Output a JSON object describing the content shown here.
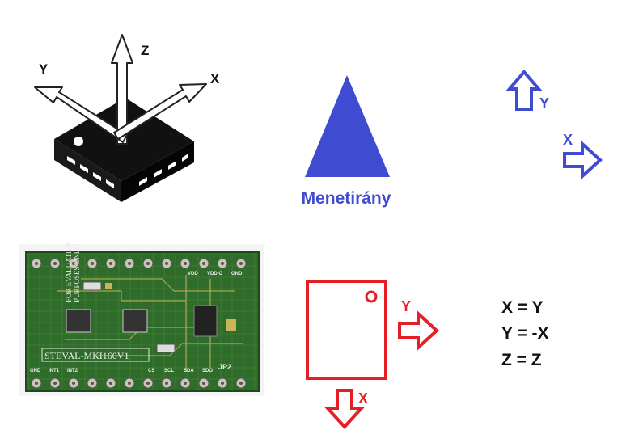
{
  "chip_diagram": {
    "axis_y": "Y",
    "axis_z": "Z",
    "axis_x": "X"
  },
  "direction": {
    "label": "Menetirány"
  },
  "board_axes": {
    "y_label": "Y",
    "x_label": "X"
  },
  "pcb": {
    "board_name": "STEVAL-MKI160V1",
    "side_text_1": "FOR EVALUATION",
    "side_text_2": "PURPOSES ONLY",
    "jumper_label": "JP2",
    "pin_labels": [
      "GND",
      "INT1",
      "INT2",
      "CS",
      "SCL",
      "SDA",
      "SDO"
    ],
    "top_labels": [
      "VDD",
      "VDDIO",
      "GND"
    ]
  },
  "sensor_axes": {
    "y_label": "Y",
    "x_label": "X"
  },
  "mapping": {
    "line1": "X = Y",
    "line2": "Y = -X",
    "line3": "Z = Z"
  },
  "colors": {
    "blue": "#3f4bd1",
    "red": "#e41f26",
    "pcb_green": "#2f6b2a",
    "chip_black": "#111111"
  }
}
